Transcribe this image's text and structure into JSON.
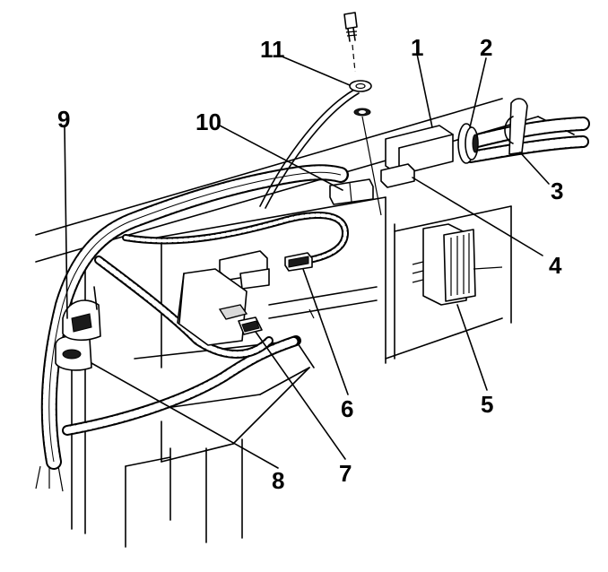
{
  "colors": {
    "ink": "#000000",
    "paper": "#ffffff",
    "shade": "#d9d9d9",
    "dark": "#1a1a1a"
  },
  "callouts": [
    {
      "id": "c1",
      "label": "1"
    },
    {
      "id": "c2",
      "label": "2"
    },
    {
      "id": "c3",
      "label": "3"
    },
    {
      "id": "c4",
      "label": "4"
    },
    {
      "id": "c5",
      "label": "5"
    },
    {
      "id": "c6",
      "label": "6"
    },
    {
      "id": "c7",
      "label": "7"
    },
    {
      "id": "c8",
      "label": "8"
    },
    {
      "id": "c9",
      "label": "9"
    },
    {
      "id": "c10",
      "label": "10"
    },
    {
      "id": "c11",
      "label": "11"
    }
  ]
}
